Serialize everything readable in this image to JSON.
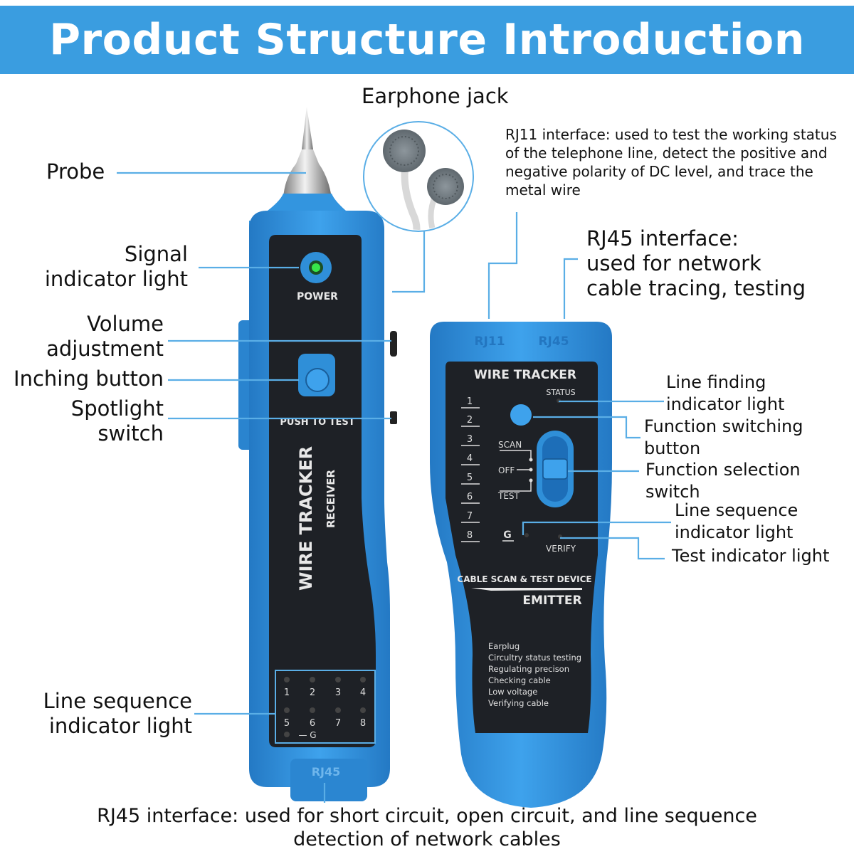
{
  "title": "Product Structure Introduction",
  "labels": {
    "earphone_jack": "Earphone jack",
    "rj11": "RJ11 interface: used to test the working status of the telephone line, detect the positive and negative polarity of DC level, and trace the metal wire",
    "probe": "Probe",
    "signal_light_1": "Signal",
    "signal_light_2": "indicator light",
    "volume_1": "Volume",
    "volume_2": "adjustment",
    "inching": "Inching button",
    "spotlight_1": "Spotlight",
    "spotlight_2": "switch",
    "rj45_top_1": "RJ45 interface:",
    "rj45_top_2": "used for network",
    "rj45_top_3": "cable tracing, testing",
    "line_finding_1": "Line finding",
    "line_finding_2": "indicator light",
    "func_btn_1": "Function switching",
    "func_btn_2": "button",
    "func_sel_1": "Function selection",
    "func_sel_2": "switch",
    "line_seq_r_1": "Line sequence",
    "line_seq_r_2": "indicator light",
    "test_light": "Test indicator light",
    "line_seq_l_1": "Line sequence",
    "line_seq_l_2": "indicator light",
    "rj45_bottom_1": "RJ45 interface: used for short circuit, open circuit, and line sequence",
    "rj45_bottom_2": "detection of network cables"
  },
  "receiver": {
    "power": "POWER",
    "push": "PUSH TO TEST",
    "brand": "WIRE TRACKER",
    "type": "RECEIVER",
    "port": "RJ45",
    "leds_top": [
      "1",
      "2",
      "3",
      "4"
    ],
    "leds_bottom": [
      "5",
      "6",
      "7",
      "8"
    ],
    "ground": "— G"
  },
  "emitter": {
    "brand": "WIRE TRACKER",
    "status": "STATUS",
    "port_rj11": "RJ11",
    "port_rj45": "RJ45",
    "numbers": [
      "1",
      "2",
      "3",
      "4",
      "5",
      "6",
      "7",
      "8"
    ],
    "scan": "SCAN",
    "off": "OFF",
    "test": "TEST",
    "g": "G",
    "verify": "VERIFY",
    "cable_scan": "CABLE SCAN & TEST DEVICE",
    "type": "EMITTER",
    "features": [
      "Earplug",
      "Circultry status testing",
      "Regulating precison",
      "Checking cable",
      "Low voltage",
      "Verifying cable"
    ]
  },
  "colors": {
    "accent": "#3a9de0",
    "device_blue": "#2f8fd8",
    "panel": "#1e2126",
    "leader": "#5aaee6"
  }
}
